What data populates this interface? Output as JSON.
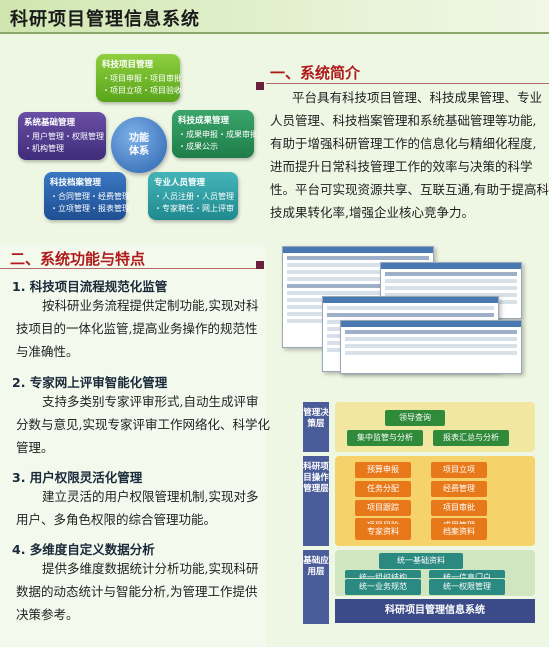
{
  "page": {
    "title": "科研项目管理信息系统"
  },
  "diagram": {
    "hub": {
      "line1": "功能",
      "line2": "体系"
    },
    "tech_project": {
      "heading": "科技项目管理",
      "items": [
        "・项目申报・项目审批",
        "・项目立项・项目验收"
      ]
    },
    "system_base": {
      "heading": "系统基础管理",
      "items": [
        "・用户管理・权限管理",
        "・机构管理"
      ]
    },
    "tech_result": {
      "heading": "科技成果管理",
      "items": [
        "・成果申报・成果审批",
        "・成果公示"
      ]
    },
    "tech_archive": {
      "heading": "科技档案管理",
      "items": [
        "・合同管理・经费管理",
        "・立项管理・报表管理"
      ]
    },
    "expert": {
      "heading": "专业人员管理",
      "items": [
        "・人员注册・人员管理",
        "・专家聘任・网上评审"
      ]
    }
  },
  "intro": {
    "heading": "一、系统简介",
    "lines": [
      "平台具有科技项目管理、科技成果管理、专业",
      "人员管理、科技档案管理和系统基础管理等功能,",
      "有助于增强科研管理工作的信息化与精细化程度,",
      "进而提升日常科技管理工作的效率与决策的科学",
      "性。平台可实现资源共享、互联互通,有助于提高科",
      "技成果转化率,增强企业核心竞争力。"
    ]
  },
  "features": {
    "heading": "二、系统功能与特点",
    "items": [
      {
        "title": "1. 科技项目流程规范化监管",
        "lines": [
          "按科研业务流程提供定制功能,实现对科",
          "技项目的一体化监管,提高业务操作的规范性",
          "与准确性。"
        ]
      },
      {
        "title": "2. 专家网上评审智能化管理",
        "lines": [
          "支持多类别专家评审形式,自动生成评审",
          "分数与意见,实现专家评审工作网络化、科学化",
          "管理。"
        ]
      },
      {
        "title": "3. 用户权限灵活化管理",
        "lines": [
          "建立灵活的用户权限管理机制,实现对多",
          "用户、多角色权限的综合管理功能。"
        ]
      },
      {
        "title": "4. 多维度自定义数据分析",
        "lines": [
          "提供多维度数据统计分析功能,实现科研",
          "数据的动态统计与智能分析,为管理工作提供",
          "决策参考。"
        ]
      }
    ]
  },
  "architecture": {
    "layers": [
      {
        "label": "管理决策层"
      },
      {
        "label": "科研项目操作管理层"
      },
      {
        "label": "基础应用层"
      }
    ],
    "decision": {
      "top": "领导查询",
      "left": "集中监管与分析",
      "right": "报表汇总与分析"
    },
    "ops": [
      "预算申报",
      "项目立项",
      "任务分配",
      "经费管理",
      "项目跟踪",
      "项目审批",
      "项目风险",
      "成果管理",
      "专家资料",
      "档案资料"
    ],
    "base": {
      "top": "统一基础资料",
      "items": [
        "统一组织结构",
        "统一信息门户",
        "统一业务规范",
        "统一权限管理"
      ]
    },
    "footer": "科研项目管理信息系统"
  }
}
